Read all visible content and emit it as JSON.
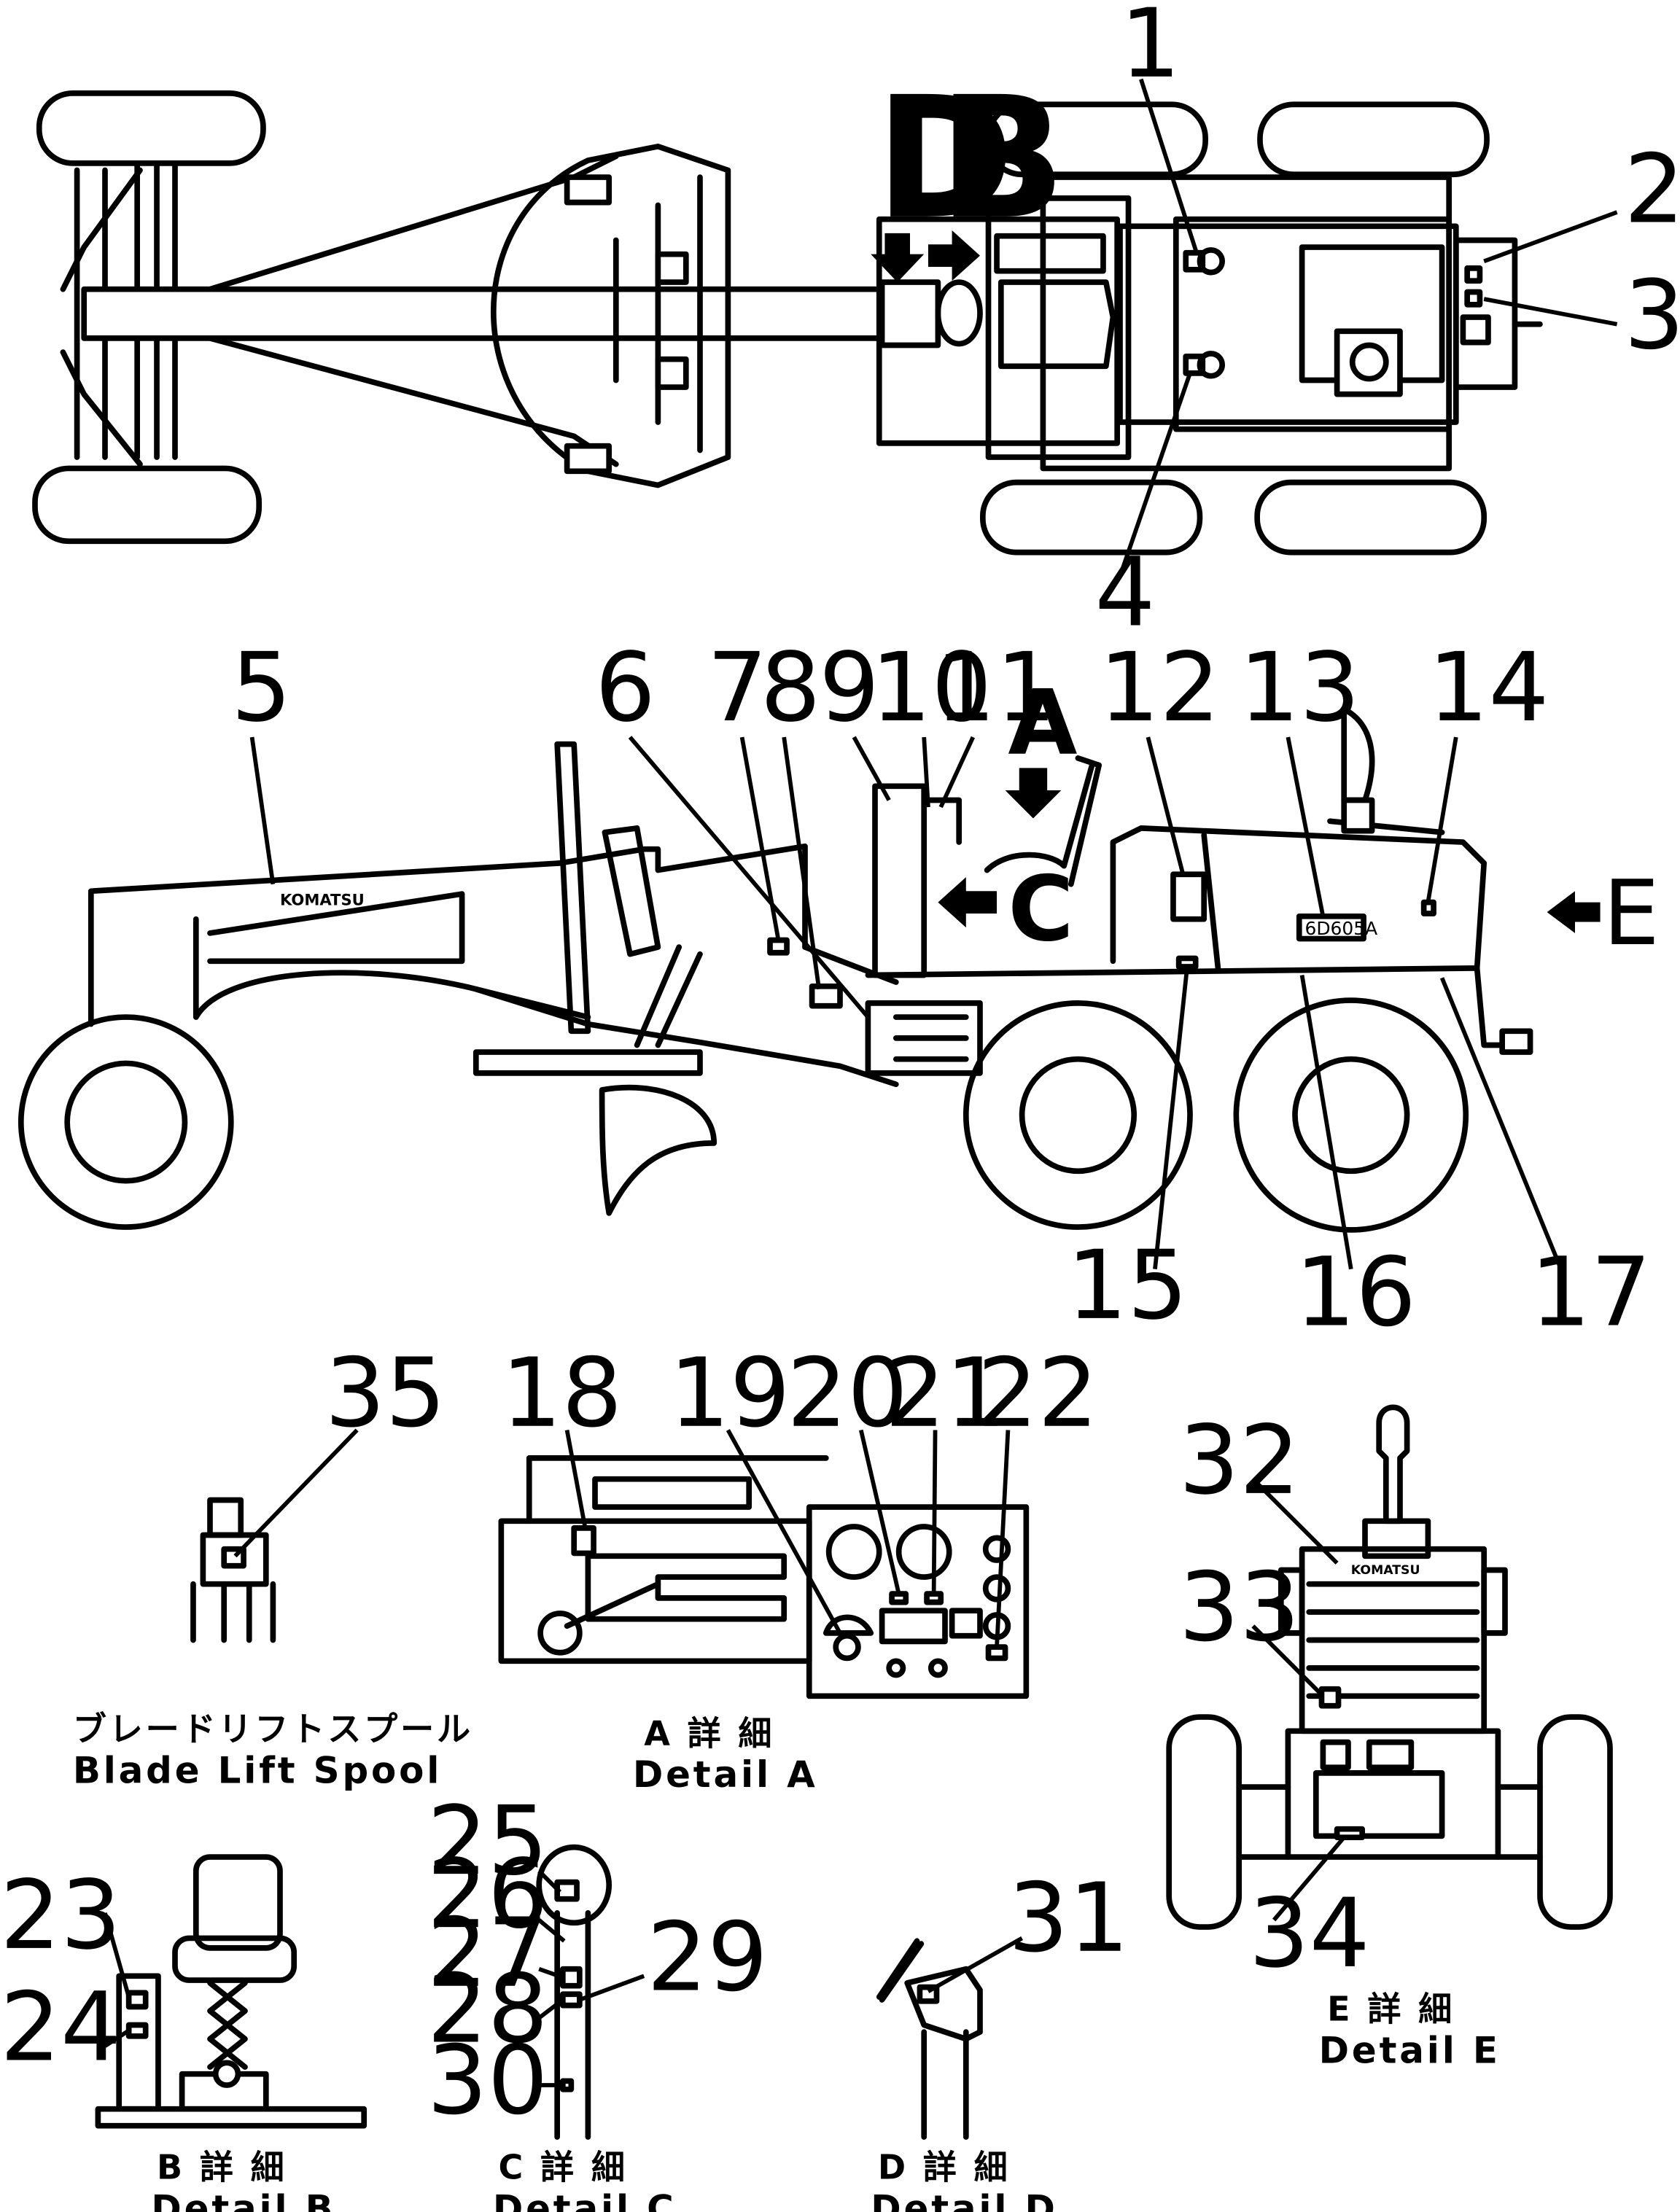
{
  "callouts": [
    "1",
    "2",
    "3",
    "4",
    "5",
    "6",
    "7",
    "8",
    "9",
    "10",
    "11",
    "12",
    "13",
    "14",
    "15",
    "16",
    "17",
    "18",
    "19",
    "20",
    "21",
    "22",
    "23",
    "24",
    "25",
    "26",
    "27",
    "28",
    "29",
    "30",
    "31",
    "32",
    "33",
    "34",
    "35"
  ],
  "view_markers": {
    "d": "D",
    "b": "B",
    "a": "A",
    "c": "C",
    "e": "E"
  },
  "decals": {
    "brand_side": "KOMATSU",
    "brand_front": "KOMATSU",
    "engine_model": "6D605A"
  },
  "captions": {
    "blade_lift_spool_jp": "ブレードリフトスプール",
    "blade_lift_spool_en": "Blade Lift Spool",
    "detail_a_jp": "A 詳 細",
    "detail_a_en": "Detail A",
    "detail_b_jp": "B 詳 細",
    "detail_b_en": "Detail B",
    "detail_c_jp": "C 詳 細",
    "detail_c_en": "Detail C",
    "detail_d_jp": "D 詳 細",
    "detail_d_en": "Detail D",
    "detail_e_jp": "E 詳 細",
    "detail_e_en": "Detail E"
  }
}
